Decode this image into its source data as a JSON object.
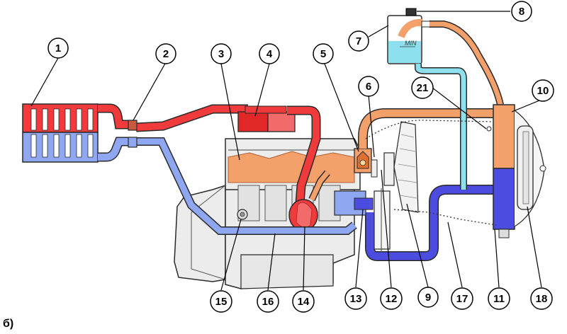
{
  "figure_label": "б)",
  "tank_label": "MIN",
  "colors": {
    "hot": "#ef3b3b",
    "hot_light": "#f26a6a",
    "warm": "#f4a06a",
    "cold": "#8fa6f0",
    "cold_dark": "#4c4ce0",
    "cyan": "#8fe0ee",
    "engine": "#ececec",
    "outline": "#2a2a2a"
  },
  "callouts": [
    {
      "id": "1",
      "label": "1"
    },
    {
      "id": "2",
      "label": "2"
    },
    {
      "id": "3",
      "label": "3"
    },
    {
      "id": "4",
      "label": "4"
    },
    {
      "id": "5",
      "label": "5"
    },
    {
      "id": "6",
      "label": "6"
    },
    {
      "id": "7",
      "label": "7"
    },
    {
      "id": "8",
      "label": "8"
    },
    {
      "id": "9",
      "label": "9"
    },
    {
      "id": "10",
      "label": "10"
    },
    {
      "id": "11",
      "label": "11"
    },
    {
      "id": "12",
      "label": "12"
    },
    {
      "id": "13",
      "label": "13"
    },
    {
      "id": "14",
      "label": "14"
    },
    {
      "id": "15",
      "label": "15"
    },
    {
      "id": "16",
      "label": "16"
    },
    {
      "id": "17",
      "label": "17"
    },
    {
      "id": "18",
      "label": "18"
    },
    {
      "id": "21",
      "label": "21"
    }
  ]
}
